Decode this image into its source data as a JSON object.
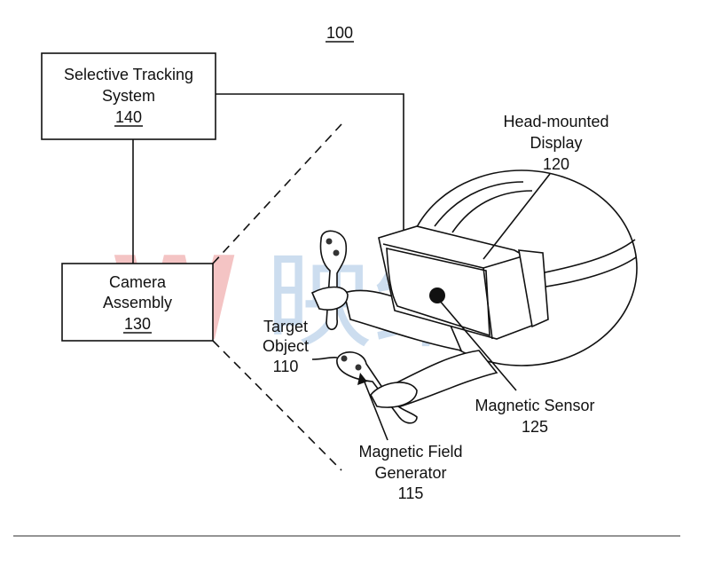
{
  "figure_number": "100",
  "selective_tracking_system": {
    "line1": "Selective Tracking",
    "line2": "System",
    "ref": "140"
  },
  "camera_assembly": {
    "line1": "Camera",
    "line2": "Assembly",
    "ref": "130"
  },
  "head_mounted_display": {
    "line1": "Head-mounted",
    "line2": "Display",
    "ref": "120"
  },
  "target_object": {
    "line1": "Target",
    "line2": "Object",
    "ref": "110"
  },
  "magnetic_sensor": {
    "line1": "Magnetic Sensor",
    "ref": "125"
  },
  "magnetic_field_generator": {
    "line1": "Magnetic Field",
    "line2": "Generator",
    "ref": "115"
  },
  "watermark": "W 映维网"
}
